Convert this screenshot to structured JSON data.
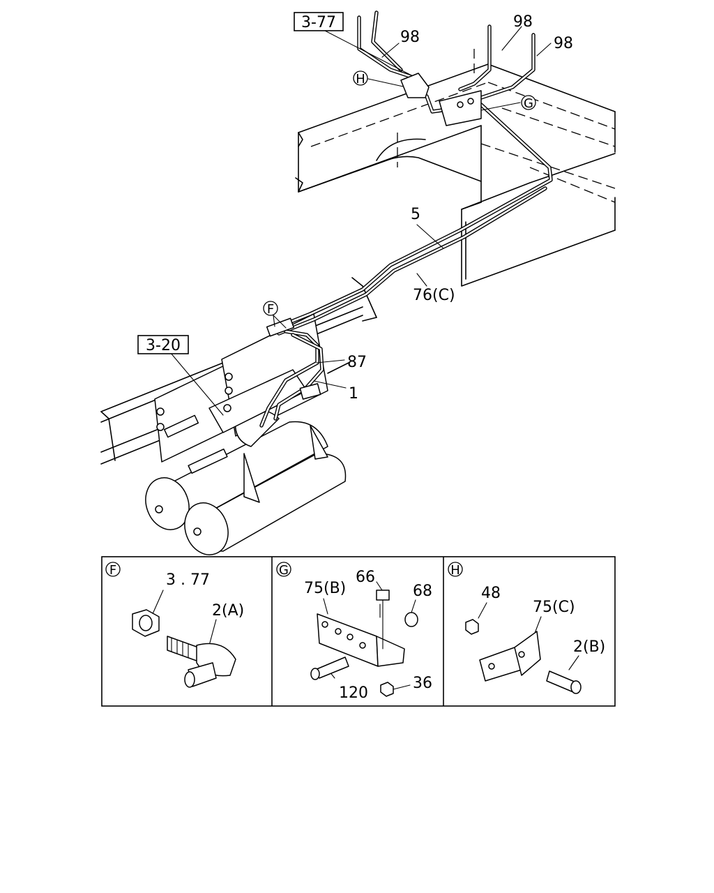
{
  "callouts": {
    "ref_3_77": "3-77",
    "ref_3_20": "3-20",
    "item_98_a": "98",
    "item_98_b": "98",
    "item_98_c": "98",
    "detail_H": "H",
    "detail_G": "G",
    "detail_F": "F",
    "item_5": "5",
    "item_76c": "76(C)",
    "item_87": "87",
    "item_1": "1"
  },
  "detail_panels": [
    {
      "id": "F",
      "labels": {
        "a": "3 . 77",
        "b": "2(A)"
      }
    },
    {
      "id": "G",
      "labels": {
        "a": "75(B)",
        "b": "66",
        "c": "68",
        "d": "120",
        "e": "36"
      }
    },
    {
      "id": "H",
      "labels": {
        "a": "48",
        "b": "75(C)",
        "c": "2(B)"
      }
    }
  ]
}
